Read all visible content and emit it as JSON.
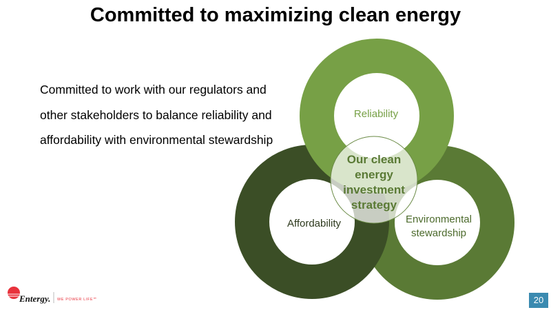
{
  "slide": {
    "title": "Committed to maximizing clean energy",
    "body": "Committed to work with our regulators and other stakeholders to balance reliability and affordability with environmental  stewardship",
    "page_number": "20"
  },
  "diagram": {
    "center_lines": [
      "Our clean",
      "energy",
      "investment",
      "strategy"
    ],
    "rings": {
      "top": {
        "label": "Reliability",
        "color": "#77a046"
      },
      "left": {
        "label": "Affordability",
        "color": "#3b4e26"
      },
      "right": {
        "label_lines": [
          "Environmental",
          "stewardship"
        ],
        "color": "#5a7a35"
      }
    }
  },
  "footer": {
    "logo_text": "Entergy.",
    "tagline": "WE POWER LIFE℠"
  }
}
